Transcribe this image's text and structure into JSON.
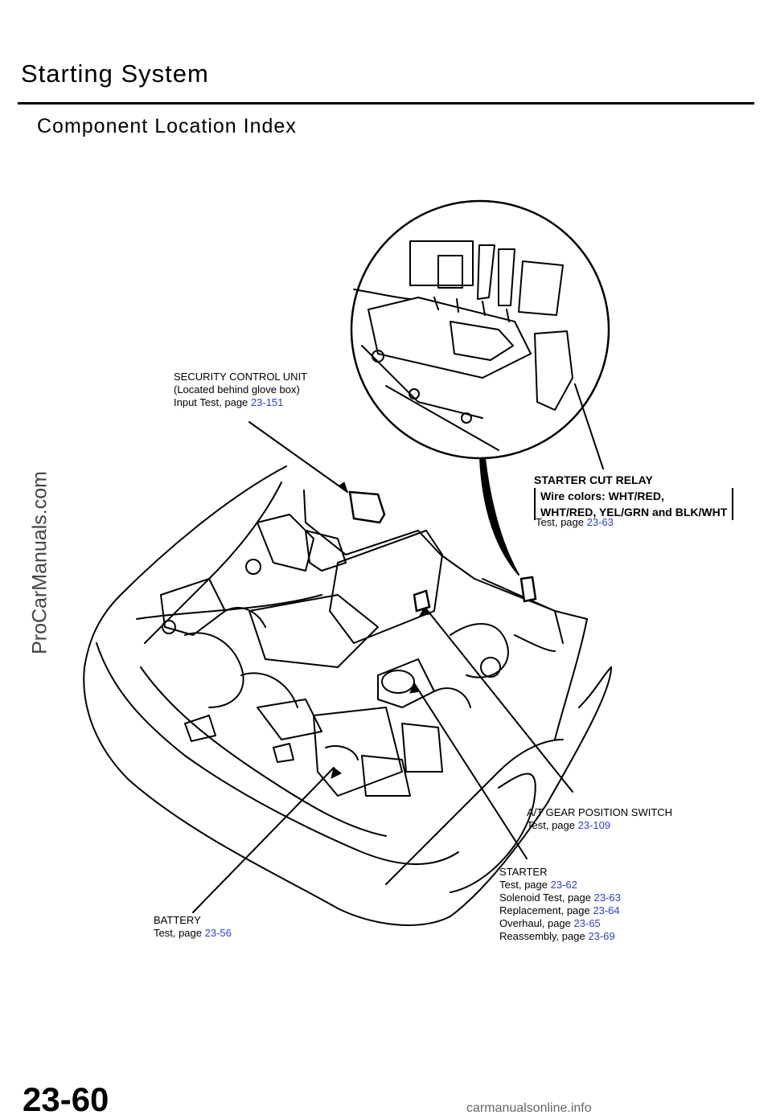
{
  "header": {
    "title": "Starting System",
    "subtitle": "Component Location Index"
  },
  "watermarks": {
    "side": "ProCarManuals.com",
    "footer": "carmanualsonline.info"
  },
  "callouts": {
    "security": {
      "line1": "SECURITY CONTROL UNIT",
      "line2": "(Located behind glove box)",
      "line3_prefix": "Input Test, page",
      "line3_link": "23-151"
    },
    "relay": {
      "name": "STARTER CUT RELAY",
      "wires1": "Wire colors: WHT/RED,",
      "wires2": "WHT/RED, YEL/GRN and BLK/WHT",
      "test_prefix": "Test, page",
      "test_link": "23-63"
    },
    "at_switch": {
      "line1": "A/T GEAR POSITION SWITCH",
      "line2_prefix": "Test, page",
      "line2_link": "23-109"
    },
    "starter": {
      "name": "STARTER",
      "test_prefix": "Test, page",
      "test_link": "23-62",
      "solenoid_prefix": "Solenoid Test, page",
      "solenoid_link": "23-63",
      "replace_prefix": "Replacement, page",
      "replace_link": "23-64",
      "overhaul_prefix": "Overhaul, page",
      "overhaul_link": "23-65",
      "reassembly_prefix": "Reassembly, page",
      "reassembly_link": "23-69"
    },
    "battery": {
      "name": "BATTERY",
      "test_prefix": "Test, page",
      "test_link": "23-56"
    }
  },
  "page_number": "23-60"
}
